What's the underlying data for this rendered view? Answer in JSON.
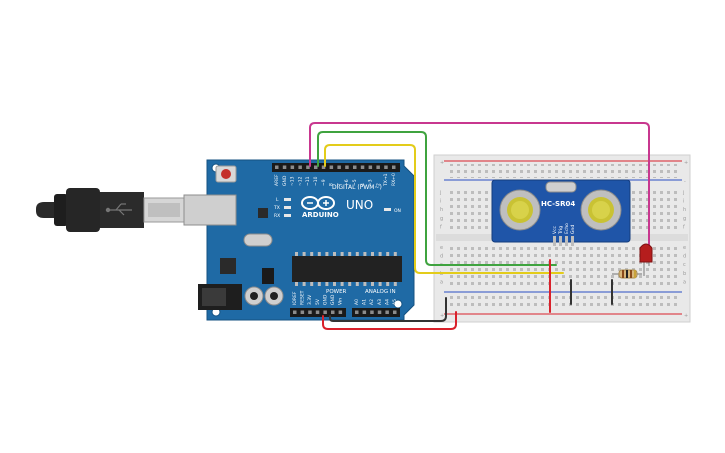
{
  "arduino": {
    "brand": "ARDUINO",
    "model": "UNO",
    "digital_label": "DIGITAL (PWM~)",
    "power_label": "POWER",
    "analog_label": "ANALOG IN",
    "on_label": "ON",
    "tx_label": "TX",
    "rx_label": "RX",
    "l_label": "L",
    "digital_pins": [
      "AREF",
      "GND",
      "~13",
      "~12",
      "~11",
      "~10",
      "~9",
      "8",
      "7",
      "~6",
      "~5",
      "4",
      "~3",
      "2",
      "TX→1",
      "RX←0"
    ],
    "power_pins": [
      "IOREF",
      "RESET",
      "3.3V",
      "5V",
      "GND",
      "GND",
      "Vin"
    ],
    "analog_pins": [
      "A0",
      "A1",
      "A2",
      "A3",
      "A4",
      "A5"
    ]
  },
  "sensor": {
    "name": "HC-SR04",
    "pins": [
      "Vcc",
      "Trig",
      "Echo",
      "Gnd"
    ]
  },
  "breadboard": {
    "row_letters_top": [
      "j",
      "i",
      "h",
      "g",
      "f"
    ],
    "row_letters_bottom": [
      "e",
      "d",
      "c",
      "b",
      "a"
    ],
    "rail_plus": "+",
    "rail_minus": "-"
  },
  "colors": {
    "board": "#1f6aa5",
    "wire_magenta": "#c8378f",
    "wire_green": "#3fa33f",
    "wire_yellow": "#e3cc1a",
    "wire_red": "#d9212b",
    "wire_black": "#333333",
    "led": "#b51d1d"
  }
}
